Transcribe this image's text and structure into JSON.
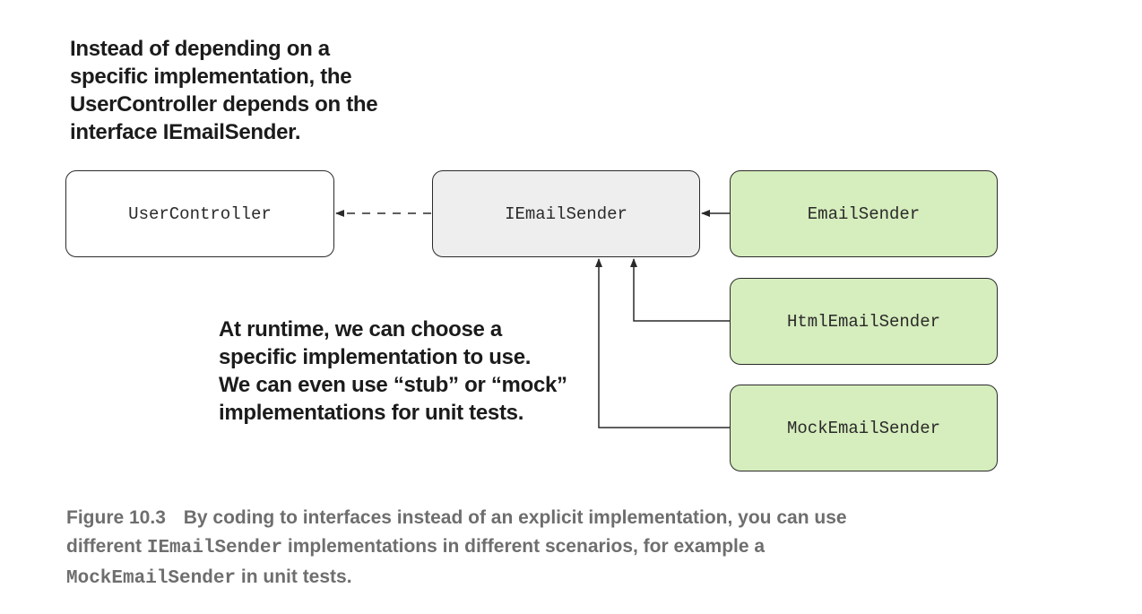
{
  "annotations": {
    "top": [
      "Instead of depending on a",
      "specific implementation, the",
      "UserController depends on the",
      "interface IEmailSender."
    ],
    "runtime": [
      "At runtime, we can choose a",
      "specific implementation to use.",
      "We can even use “stub” or “mock”",
      "implementations for unit tests."
    ]
  },
  "boxes": {
    "user_controller": "UserController",
    "interface": "IEmailSender",
    "email_sender": "EmailSender",
    "html_email_sender": "HtmlEmailSender",
    "mock_email_sender": "MockEmailSender"
  },
  "colors": {
    "implementation_fill": "#d6edbd",
    "interface_fill": "#eeeeee",
    "caption_text": "#6e6e6e"
  },
  "caption": {
    "label": "Figure 10.3",
    "line1": "By coding to interfaces instead of an explicit implementation, you can use",
    "line2_pre": "different",
    "line2_code": "IEmailSender",
    "line2_post": "implementations in different scenarios, for example a",
    "line3_code": "MockEmailSender",
    "line3_post": "in unit tests."
  }
}
